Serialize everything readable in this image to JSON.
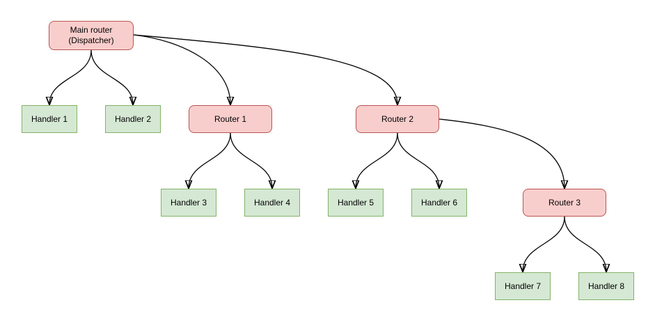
{
  "colors": {
    "canvas_bg": "#ffffff",
    "router_fill": "#f8cecc",
    "router_stroke": "#b85450",
    "handler_fill": "#d5e8d4",
    "handler_stroke": "#82b366",
    "edge_stroke": "#000000"
  },
  "nodes": {
    "main": {
      "label": "Main router\n(Dispatcher)",
      "type": "router"
    },
    "handler1": {
      "label": "Handler 1",
      "type": "handler"
    },
    "handler2": {
      "label": "Handler 2",
      "type": "handler"
    },
    "router1": {
      "label": "Router 1",
      "type": "router"
    },
    "router2": {
      "label": "Router 2",
      "type": "router"
    },
    "handler3": {
      "label": "Handler 3",
      "type": "handler"
    },
    "handler4": {
      "label": "Handler 4",
      "type": "handler"
    },
    "handler5": {
      "label": "Handler 5",
      "type": "handler"
    },
    "handler6": {
      "label": "Handler 6",
      "type": "handler"
    },
    "router3": {
      "label": "Router 3",
      "type": "router"
    },
    "handler7": {
      "label": "Handler 7",
      "type": "handler"
    },
    "handler8": {
      "label": "Handler 8",
      "type": "handler"
    }
  },
  "edges": [
    {
      "from": "main",
      "to": "handler1"
    },
    {
      "from": "main",
      "to": "handler2"
    },
    {
      "from": "main",
      "to": "router1"
    },
    {
      "from": "main",
      "to": "router2"
    },
    {
      "from": "router1",
      "to": "handler3"
    },
    {
      "from": "router1",
      "to": "handler4"
    },
    {
      "from": "router2",
      "to": "handler5"
    },
    {
      "from": "router2",
      "to": "handler6"
    },
    {
      "from": "router2",
      "to": "router3"
    },
    {
      "from": "router3",
      "to": "handler7"
    },
    {
      "from": "router3",
      "to": "handler8"
    }
  ]
}
